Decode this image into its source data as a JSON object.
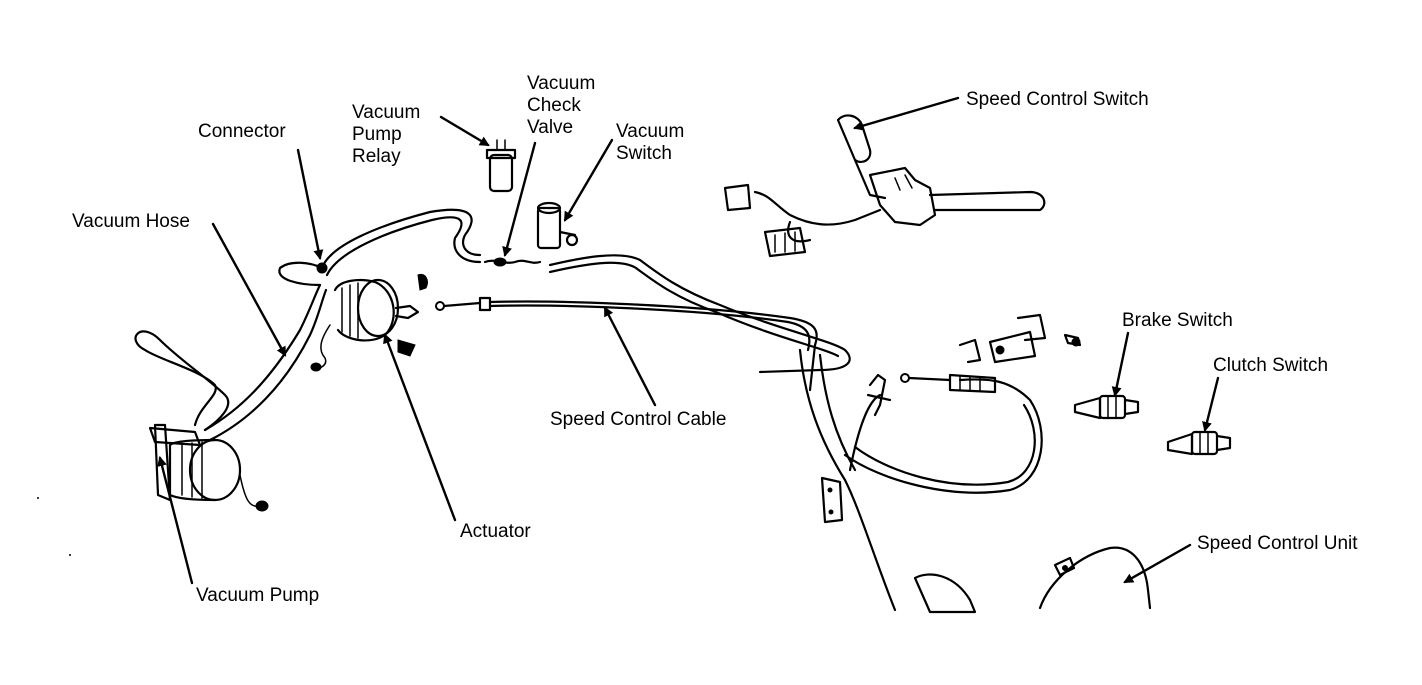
{
  "labels": {
    "vacuum_pump_relay": [
      "Vacuum",
      "Pump",
      "Relay"
    ],
    "vacuum_check_valve": [
      "Vacuum",
      "Check",
      "Valve"
    ],
    "vacuum_switch": [
      "Vacuum",
      "Switch"
    ],
    "connector": "Connector",
    "vacuum_hose": "Vacuum Hose",
    "actuator": "Actuator",
    "vacuum_pump": "Vacuum Pump",
    "speed_control_cable": "Speed Control Cable",
    "speed_control_switch": "Speed Control Switch",
    "brake_switch": "Brake Switch",
    "clutch_switch": "Clutch Switch",
    "speed_control_unit": "Speed Control Unit"
  },
  "colors": {
    "ink": "#000000",
    "paper": "#ffffff"
  }
}
